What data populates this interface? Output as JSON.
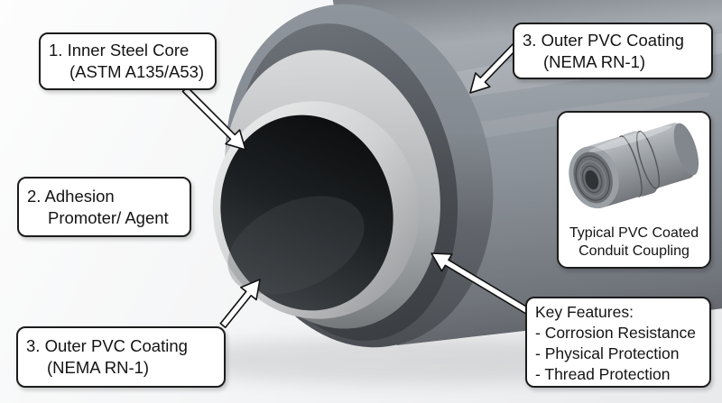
{
  "callouts": {
    "inner_steel_core": {
      "line1": "1. Inner Steel Core",
      "line2": "(ASTM A135/A53)"
    },
    "adhesion_promoter": {
      "line1": "2. Adhesion",
      "line2": "Promoter/ Agent"
    },
    "outer_pvc_bottom": {
      "line1": "3. Outer PVC Coating",
      "line2": "(NEMA RN-1)"
    },
    "outer_pvc_top": {
      "line1": "3. Outer PVC Coating",
      "line2": "(NEMA RN-1)"
    }
  },
  "key_features": {
    "title": "Key Features:",
    "items": [
      "- Corrosion Resistance",
      "- Physical Protection",
      "- Thread Protection"
    ]
  },
  "inset": {
    "caption_line1": "Typical PVC Coated",
    "caption_line2": "Conduit Coupling"
  },
  "colors": {
    "pvc_gray": "#8d939b",
    "steel_silver": "#c6c8ca",
    "bore_dark": "#1a1d20",
    "label_border": "#1c1c1c",
    "label_background": "#ffffff",
    "background": "#f1f2f3"
  }
}
